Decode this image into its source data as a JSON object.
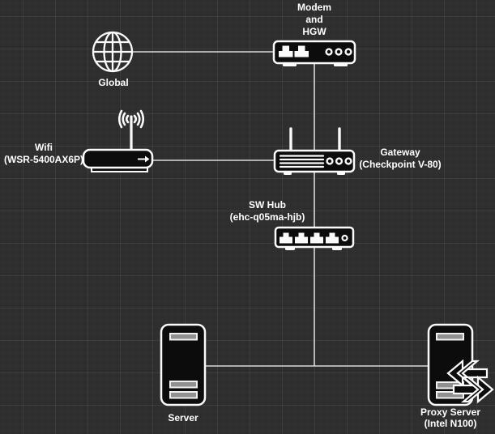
{
  "diagram": {
    "type": "network-topology",
    "colors": {
      "background": "#2e2e2e",
      "device_fill": "#0c0c0c",
      "device_stroke": "#fafafa",
      "connector": "#d8d8d8",
      "text": "#ffffff",
      "slot_fill": "#909090"
    },
    "nodes": {
      "global": {
        "icon": "globe-icon",
        "label": "Global"
      },
      "modem": {
        "icon": "modem-icon",
        "lines": [
          "Modem",
          "and",
          "HGW"
        ]
      },
      "wifi": {
        "icon": "wifi-router-icon",
        "lines": [
          "Wifi",
          "(WSR-5400AX6P)"
        ]
      },
      "gateway": {
        "icon": "wireless-router-icon",
        "lines": [
          "Gateway",
          "(Checkpoint V-80)"
        ]
      },
      "sw_hub": {
        "icon": "switch-icon",
        "lines": [
          "SW Hub",
          "(ehc-q05ma-hjb)"
        ]
      },
      "server": {
        "icon": "server-tower-icon",
        "label": "Server"
      },
      "proxy_server": {
        "icon": "proxy-server-icon",
        "lines": [
          "Proxy Server",
          "(Intel N100)"
        ]
      }
    },
    "edges": [
      {
        "from": "global",
        "to": "modem"
      },
      {
        "from": "modem",
        "to": "gateway"
      },
      {
        "from": "wifi",
        "to": "gateway"
      },
      {
        "from": "gateway",
        "to": "sw_hub"
      },
      {
        "from": "sw_hub",
        "to": "lan-bus"
      },
      {
        "from": "server",
        "to": "lan-bus"
      },
      {
        "from": "lan-bus",
        "to": "proxy_server"
      }
    ]
  }
}
